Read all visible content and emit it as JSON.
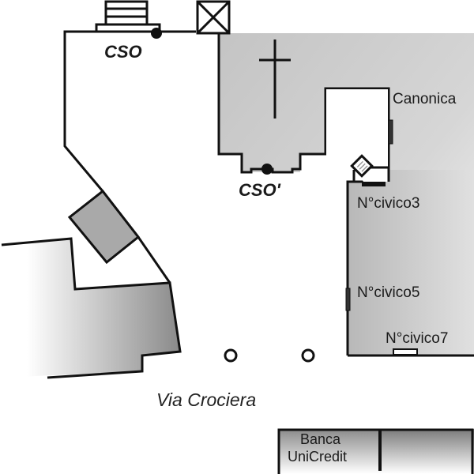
{
  "map": {
    "labels": {
      "cso": "CSO",
      "cso_prime": "CSO'",
      "canonica": "Canonica",
      "civico3": "N°civico3",
      "civico5": "N°civico5",
      "civico7": "N°civico7",
      "street": "Via Crociera",
      "bank_line1": "Banca",
      "bank_line2": "UniCredit"
    },
    "colors": {
      "outline": "#111111",
      "building_gray": "#a9a9a9",
      "church_gray": "#c8c8c8",
      "white": "#ffffff"
    },
    "markers": [
      {
        "name": "cso",
        "type": "filled-dot"
      },
      {
        "name": "cso-prime",
        "type": "filled-dot"
      },
      {
        "name": "bollard-1",
        "type": "ring"
      },
      {
        "name": "bollard-2",
        "type": "ring"
      }
    ]
  }
}
